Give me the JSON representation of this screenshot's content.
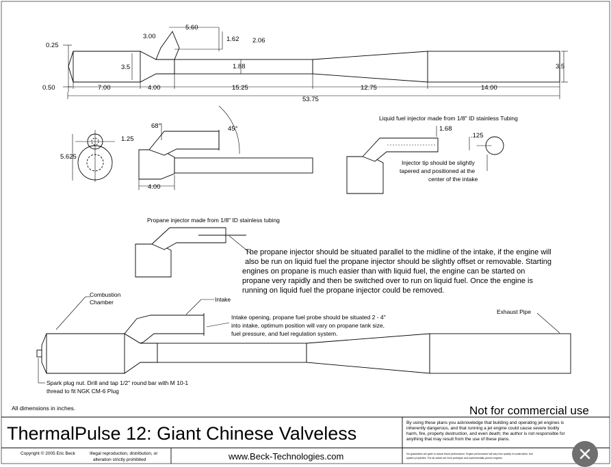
{
  "top_view": {
    "dims": {
      "d_025": "0.25",
      "d_050": "0.50",
      "d_300": "3.00",
      "d_560": "5.60",
      "d_162": "1.62",
      "d_206": "2.06",
      "d_35_left": "3.5",
      "d_188": "1.88",
      "d_35_right": "3.5",
      "seg_700": "7.00",
      "seg_400": "4.00",
      "seg_1525": "15.25",
      "seg_1275": "12.75",
      "seg_1400": "14.00",
      "total_5375": "53.75"
    }
  },
  "side_view": {
    "dims": {
      "d_5625": "5.625",
      "d_125": "1.25",
      "angle_68": "68°",
      "angle_45": "45°",
      "d_400": "4.00"
    }
  },
  "liquid_injector": {
    "title": "Liquid fuel injector made from 1/8\" ID stainless Tubing",
    "d_168": "1.68",
    "d_125": ".125",
    "note_lines": [
      "Injector tip should be slightly",
      "tapered and positioned at the",
      "center of the intake"
    ]
  },
  "propane_injector": {
    "title": "Propane injector made from 1/8\" ID stainless tubing",
    "note_lines": [
      "The propane injector should be situated parallel to the midline of the intake, if the engine will",
      "also be run on liquid fuel the propane injector should be slightly offset or removable. Starting",
      "engines on propane is much easier than with liquid fuel, the engine can be started on",
      "propane very rapidly and then be switched over to run on liquid fuel. Once the engine is",
      "running on liquid fuel the propane injector could be removed."
    ]
  },
  "assembly": {
    "combustion_chamber_lines": [
      "Combustion",
      "Chamber"
    ],
    "intake": "Intake",
    "exhaust_pipe": "Exhaust Pipe",
    "intake_note_lines": [
      "Intake opening, propane fuel probe should be situated 2 - 4\"",
      "into intake, optimum position will vary on propane tank size,",
      "fuel pressure, and fuel regulation system."
    ],
    "spark_plug_lines": [
      "Spark plug nut. Drill and tap 1/2\" round bar with M 10-1",
      "thread to fit NGK CM-6 Plug"
    ]
  },
  "footer": {
    "units_note": "All dimensions in inches.",
    "commercial": "Not for commercial use",
    "title": "ThermalPulse 12: Giant Chinese Valveless",
    "disclaimer_lines": [
      "By using these plans you acknowledge that building and operating jet engines is",
      "inherently dangerous, and that running a jet engine could cause severe bodily",
      "harm, fire, property destruction, and even death; the author is not responsible for",
      "anything that may result from the use of these plans."
    ],
    "copyright": "Copyright © 2005 Eric Beck",
    "illegal_lines": [
      "Illegal reproduction, distribution, or",
      "alteration strictly prohibited"
    ],
    "website": "www.Beck-Technologies.com",
    "guarantee_lines": [
      "No guarantees are given to actual thrust performance. Engine performance will vary from quality of construction, fuel",
      "system properties. The all values are from prototype and experimentally proven engines."
    ]
  },
  "close_button": {
    "icon": "close-icon"
  }
}
